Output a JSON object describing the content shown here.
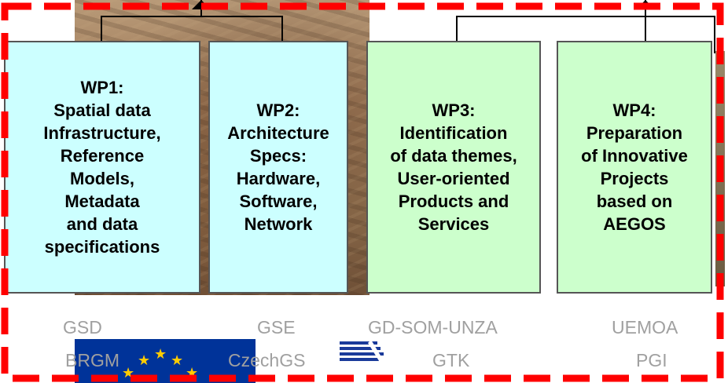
{
  "work_packages": [
    {
      "id": "wp1",
      "text": "WP1:\nSpatial data\nInfrastructure,\nReference\nModels,\nMetadata\nand data\nspecifications",
      "color": "#ccffff"
    },
    {
      "id": "wp2",
      "text": "WP2:\nArchitecture\nSpecs:\nHardware,\nSoftware,\nNetwork",
      "color": "#ccffff"
    },
    {
      "id": "wp3",
      "text": "WP3:\nIdentification\nof data themes,\nUser-oriented\nProducts and\nServices",
      "color": "#ccffcc"
    },
    {
      "id": "wp4",
      "text": "WP4:\nPreparation\nof Innovative\nProjects\nbased on\nAEGOS",
      "color": "#ccffcc"
    }
  ],
  "partners": {
    "row1": [
      "GSD",
      "GSE",
      "GD-SOM-UNZA",
      "UEMOA"
    ],
    "row2": [
      "BRGM",
      "CzechGS",
      "GTK",
      "PGI"
    ]
  },
  "colors": {
    "frame": "#ff0000",
    "partner_text": "#a0a0a0",
    "eu_blue": "#003399",
    "eu_star": "#ffcc00"
  },
  "icons": [
    "eu-flag-logo",
    "partner-stripes-logo",
    "arrow-up-icon"
  ]
}
